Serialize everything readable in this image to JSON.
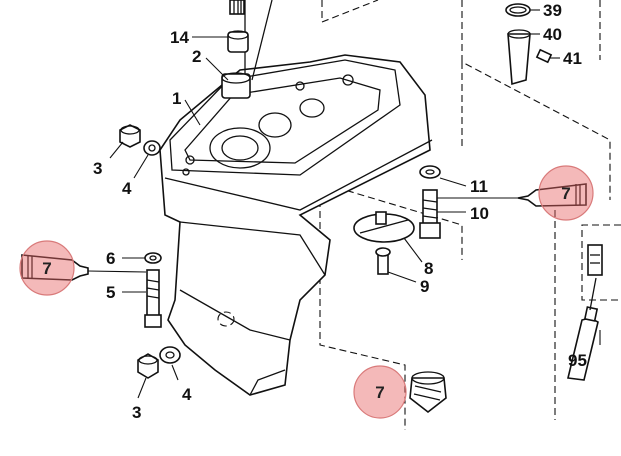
{
  "colors": {
    "line": "#111111",
    "badge_fill": "#e87b7b",
    "background": "#ffffff"
  },
  "labels": [
    {
      "id": "p14",
      "text": "14"
    },
    {
      "id": "p2",
      "text": "2"
    },
    {
      "id": "p1",
      "text": "1"
    },
    {
      "id": "p3a",
      "text": "3"
    },
    {
      "id": "p4a",
      "text": "4"
    },
    {
      "id": "p6",
      "text": "6"
    },
    {
      "id": "p5",
      "text": "5"
    },
    {
      "id": "p4b",
      "text": "4"
    },
    {
      "id": "p3b",
      "text": "3"
    },
    {
      "id": "p39",
      "text": "39"
    },
    {
      "id": "p40",
      "text": "40"
    },
    {
      "id": "p41",
      "text": "41"
    },
    {
      "id": "p11",
      "text": "11"
    },
    {
      "id": "p10",
      "text": "10"
    },
    {
      "id": "p8",
      "text": "8"
    },
    {
      "id": "p9",
      "text": "9"
    },
    {
      "id": "p95",
      "text": "95"
    }
  ],
  "badges": [
    {
      "id": "b_left",
      "text": "7"
    },
    {
      "id": "b_right",
      "text": "7"
    },
    {
      "id": "b_bottom",
      "text": "7"
    }
  ]
}
